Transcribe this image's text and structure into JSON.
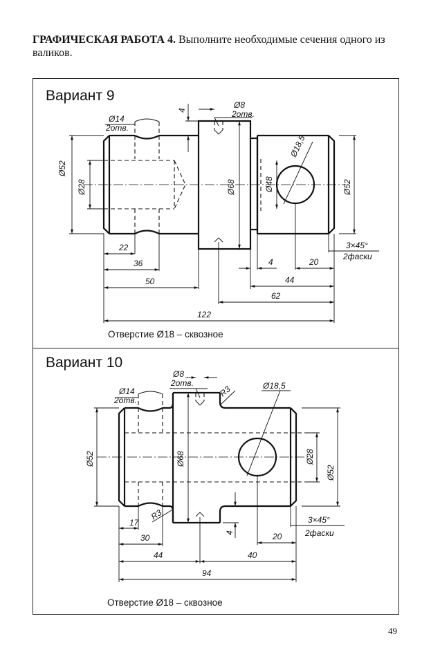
{
  "header": {
    "bold": "ГРАФИЧЕСКАЯ РАБОТА 4.",
    "text": "Выполните необходимые сечения одного из валиков."
  },
  "variant9": {
    "title": "Вариант 9",
    "hole_note": "Отверстие Ø18 – сквозное",
    "dims": [
      "Ø14",
      "2отв.",
      "Ø8",
      "2отв.",
      "4",
      "Ø18,5",
      "Ø52",
      "Ø28",
      "Ø68",
      "Ø48",
      "Ø52",
      "22",
      "36",
      "50",
      "122",
      "4",
      "20",
      "44",
      "62",
      "3×45°",
      "2фаски"
    ]
  },
  "variant10": {
    "title": "Вариант 10",
    "hole_note": "Отверстие Ø18 – сквозное",
    "dims": [
      "Ø8",
      "2отв.",
      "Ø14",
      "2отв.",
      "R3",
      "Ø18,5",
      "Ø52",
      "Ø68",
      "Ø28",
      "Ø52",
      "R3",
      "17",
      "30",
      "44",
      "94",
      "4",
      "20",
      "40",
      "3×45°",
      "2фаски"
    ]
  },
  "page_number": "49"
}
